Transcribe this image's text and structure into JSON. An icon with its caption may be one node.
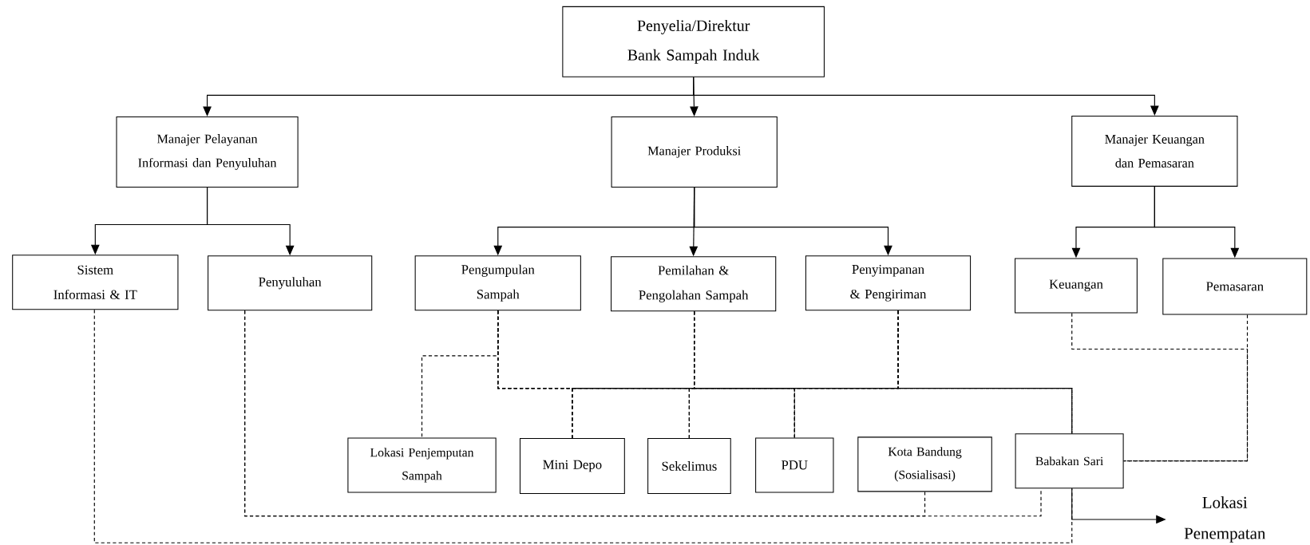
{
  "diagram": {
    "nodes": [
      {
        "text": [
          "Penyelia/Direktur Bank Sampah Induk"
        ]
      },
      {
        "text": [
          "Manajer Pelayanan Informasi dan Penyuluhan"
        ]
      },
      {
        "text": [
          "Manajer Produksi"
        ]
      },
      {
        "text": [
          "Manajer Keuangan dan Pemasaran"
        ]
      },
      {
        "text": [
          "Sistem Informasi & IT"
        ]
      },
      {
        "text": [
          "Penyuluhan"
        ]
      },
      {
        "text": [
          "Pengumpulan Sampah"
        ]
      },
      {
        "text": [
          "Pemilahan & Pengolahan Sampah"
        ]
      },
      {
        "text": [
          "Penyimpanan & Pengiriman"
        ]
      },
      {
        "text": [
          "Keuangan"
        ]
      },
      {
        "text": [
          "Pemasaran"
        ]
      },
      {
        "text": [
          "Lokasi Penjemputan Sampah"
        ]
      },
      {
        "text": [
          "Mini Depo"
        ]
      },
      {
        "text": [
          "Sekelimus"
        ]
      },
      {
        "text": [
          "PDU"
        ]
      },
      {
        "text": [
          "Kota Bandung (Sosialisasi)"
        ]
      },
      {
        "text": [
          "Babakan Sari"
        ]
      },
      {
        "text": [
          "Lokasi Penempatan"
        ]
      }
    ],
    "edges": [
      {
        "from": 0,
        "to": 1,
        "arrow": "to"
      },
      {
        "from": 0,
        "to": 2,
        "arrow": "to"
      },
      {
        "from": 0,
        "to": 3,
        "arrow": "to"
      },
      {
        "from": 1,
        "to": 4,
        "arrow": "to"
      },
      {
        "from": 1,
        "to": 5,
        "arrow": "to"
      },
      {
        "from": 2,
        "to": 6,
        "arrow": "to"
      },
      {
        "from": 2,
        "to": 7,
        "arrow": "to"
      },
      {
        "from": 2,
        "to": 8,
        "arrow": "to"
      },
      {
        "from": 3,
        "to": 9,
        "arrow": "to"
      },
      {
        "from": 3,
        "to": 10,
        "arrow": "to"
      },
      {
        "from": 6,
        "to": 11,
        "arrow": "none",
        "style": "dashed"
      },
      {
        "from": 6,
        "to": 12,
        "arrow": "none",
        "style": "dashed"
      },
      {
        "from": 6,
        "to": 13,
        "arrow": "none",
        "style": "dashed"
      },
      {
        "from": 6,
        "to": 14,
        "arrow": "none",
        "style": "dashed"
      },
      {
        "from": 6,
        "to": 16,
        "arrow": "none",
        "style": "dashed"
      },
      {
        "from": 7,
        "to": 12,
        "arrow": "none",
        "style": "dashed"
      },
      {
        "from": 7,
        "to": 13,
        "arrow": "none",
        "style": "dashed"
      },
      {
        "from": 7,
        "to": 14,
        "arrow": "none",
        "style": "dashed"
      },
      {
        "from": 7,
        "to": 16,
        "arrow": "none",
        "style": "dashed"
      },
      {
        "from": 8,
        "to": 12,
        "arrow": "none",
        "style": "dashed"
      },
      {
        "from": 8,
        "to": 13,
        "arrow": "none",
        "style": "dashed"
      },
      {
        "from": 8,
        "to": 14,
        "arrow": "none",
        "style": "dashed"
      },
      {
        "from": 8,
        "to": 16,
        "arrow": "none",
        "style": "dashed"
      },
      {
        "from": 5,
        "to": 15,
        "arrow": "none",
        "style": "dashed"
      },
      {
        "from": 5,
        "to": 16,
        "arrow": "none",
        "style": "dashed"
      },
      {
        "from": 4,
        "to": 16,
        "arrow": "none",
        "style": "dashed"
      },
      {
        "from": 9,
        "to": 16,
        "arrow": "none",
        "style": "dashed"
      },
      {
        "from": 10,
        "to": 16,
        "arrow": "none",
        "style": "dashed"
      },
      {
        "from": 16,
        "to": 17,
        "arrow": "to"
      }
    ]
  }
}
